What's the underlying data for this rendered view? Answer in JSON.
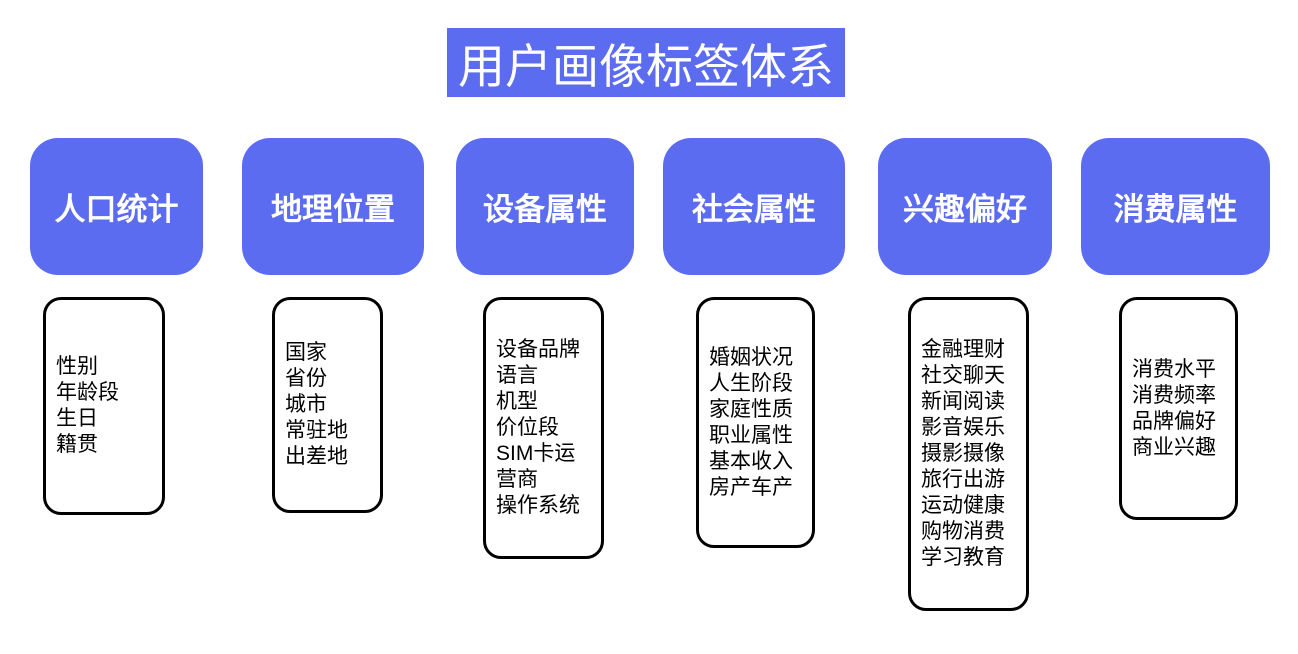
{
  "title": "用户画像标签体系",
  "colors": {
    "accent_blue": "#5b6cf0",
    "header_text": "#ffffff",
    "box_background": "#ffffff",
    "box_border": "#000000",
    "tag_text": "#000000"
  },
  "columns": [
    {
      "id": "demographics",
      "title": "人口统计",
      "items": [
        "性别",
        "年龄段",
        "生日",
        "籍贯"
      ]
    },
    {
      "id": "geo-location",
      "title": "地理位置",
      "items": [
        "国家",
        "省份",
        "城市",
        "常驻地",
        "出差地"
      ]
    },
    {
      "id": "device-attributes",
      "title": "设备属性",
      "items": [
        "设备品牌",
        "语言",
        "机型",
        "价位段",
        "SIM卡运营商",
        "操作系统"
      ]
    },
    {
      "id": "social-attributes",
      "title": "社会属性",
      "items": [
        "婚姻状况",
        "人生阶段",
        "家庭性质",
        "职业属性",
        "基本收入",
        "房产车产"
      ]
    },
    {
      "id": "interest-preferences",
      "title": "兴趣偏好",
      "items": [
        "金融理财",
        "社交聊天",
        "新闻阅读",
        "影音娱乐",
        "摄影摄像",
        "旅行出游",
        "运动健康",
        "购物消费",
        "学习教育"
      ]
    },
    {
      "id": "consumption-attributes",
      "title": "消费属性",
      "items": [
        "消费水平",
        "消费频率",
        "品牌偏好",
        "商业兴趣"
      ]
    }
  ]
}
